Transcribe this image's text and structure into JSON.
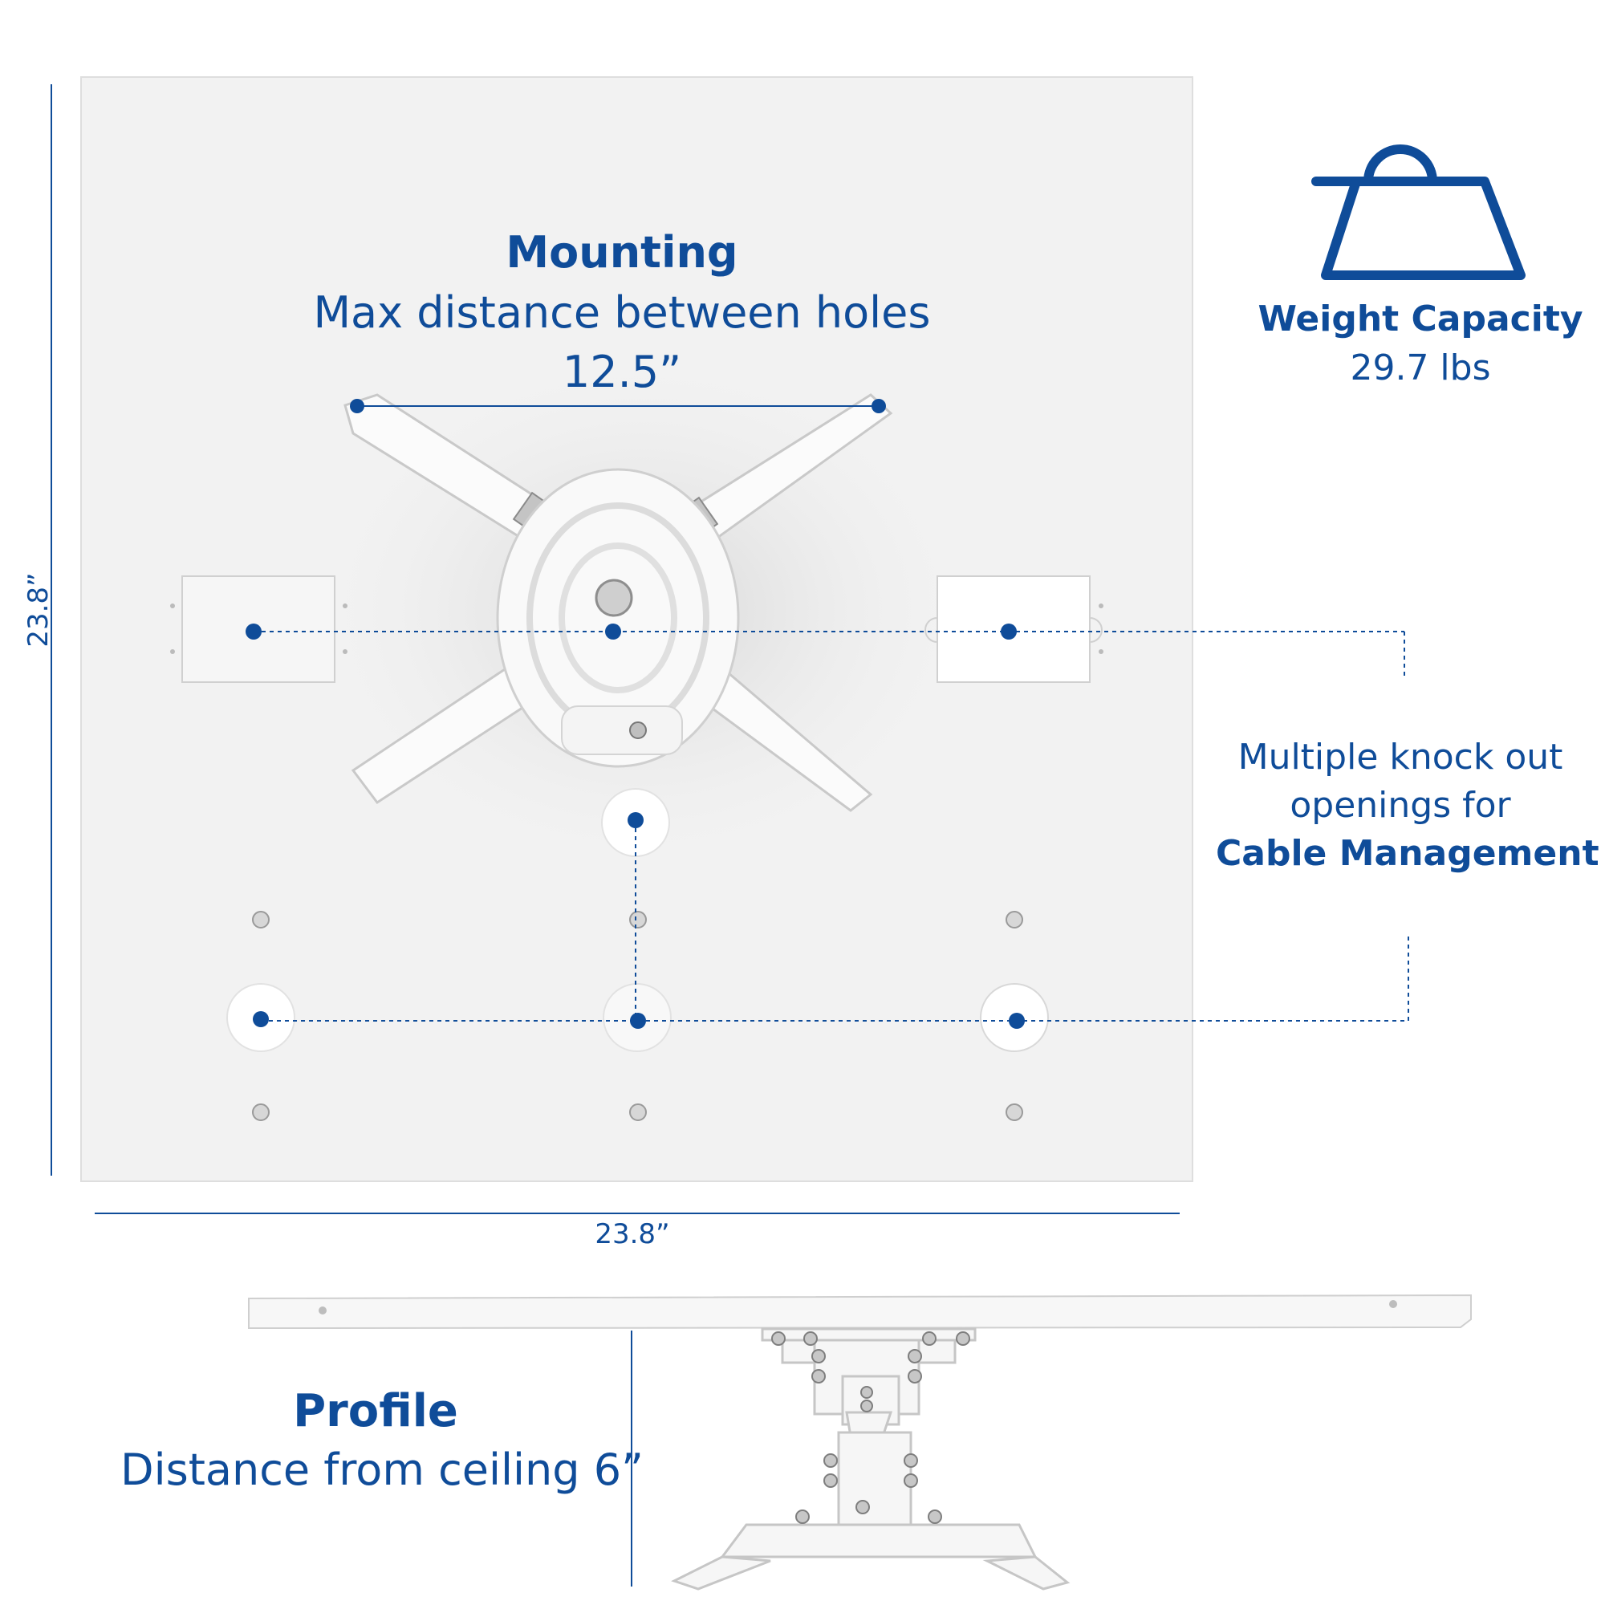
{
  "colors": {
    "accent": "#0f4c99",
    "plate": "#f1f1f1",
    "plate_edge": "#d9d9d9",
    "background": "#ffffff"
  },
  "icons": {
    "weight": "weight-icon"
  },
  "mounting": {
    "title": "Mounting",
    "subtitle": "Max distance between holes",
    "value": "12.5”"
  },
  "weight": {
    "title": "Weight Capacity",
    "value": "29.7 lbs"
  },
  "cable": {
    "line1": "Multiple knock out",
    "line2": "openings for",
    "line3": "Cable Management"
  },
  "dimensions": {
    "height": "23.8”",
    "width": "23.8”"
  },
  "profile": {
    "title": "Profile",
    "subtitle": "Distance from ceiling 6”"
  }
}
